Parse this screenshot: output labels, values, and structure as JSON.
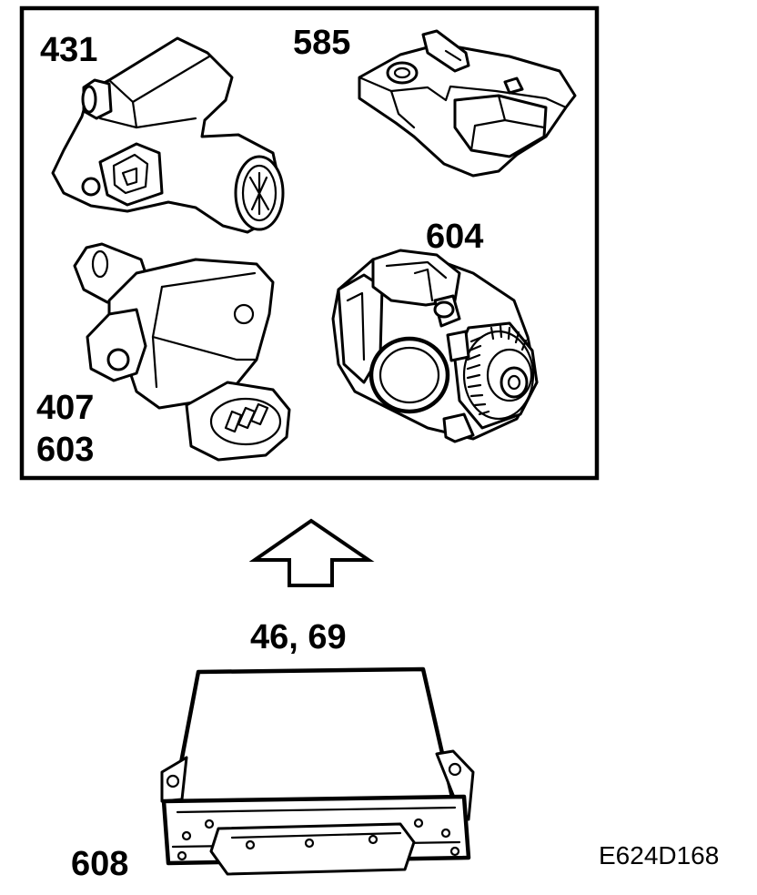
{
  "labels": {
    "component_431": "431",
    "component_585": "585",
    "component_604": "604",
    "component_407": "407",
    "component_603": "603",
    "signal_ref": "46, 69",
    "control_module": "608"
  },
  "figure_code": "E624D168"
}
